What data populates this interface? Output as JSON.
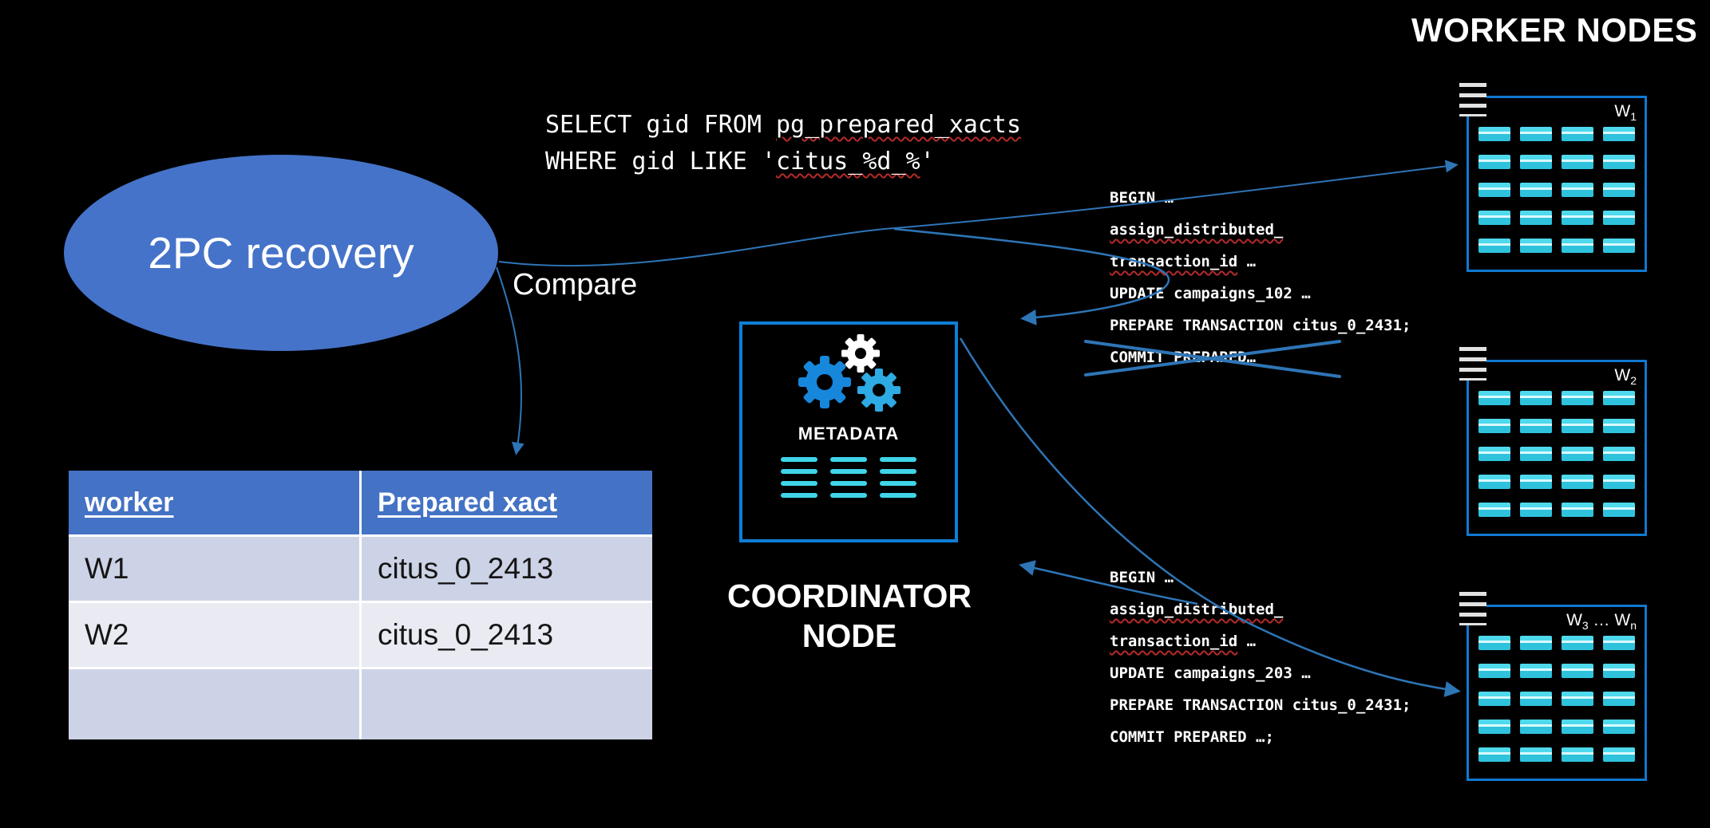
{
  "worker_nodes": {
    "title": "WORKER NODES",
    "grid": {
      "rows": 5,
      "cols": 4
    },
    "boxes": [
      {
        "label_a": "W",
        "label_a_sub": "1",
        "label_mid": "",
        "label_b": "",
        "label_b_sub": ""
      },
      {
        "label_a": "W",
        "label_a_sub": "2",
        "label_mid": "",
        "label_b": "",
        "label_b_sub": ""
      },
      {
        "label_a": "W",
        "label_a_sub": "3",
        "label_mid": " … ",
        "label_b": "W",
        "label_b_sub": "n"
      }
    ]
  },
  "ellipse": {
    "label": "2PC recovery"
  },
  "compare_label": "Compare",
  "sql": {
    "line1": {
      "pre": "SELECT gid FROM ",
      "mark": "pg_prepared_xacts",
      "post": ""
    },
    "line2": {
      "pre": "WHERE gid LIKE '",
      "mark": "citus_%d_%",
      "post": "'"
    }
  },
  "table": {
    "headers": [
      "worker",
      "Prepared xact"
    ],
    "rows": [
      [
        "W1",
        "citus_0_2413"
      ],
      [
        "W2",
        "citus_0_2413"
      ],
      [
        "",
        ""
      ]
    ]
  },
  "coordinator": {
    "metadata_label": "METADATA",
    "title_line1": "COORDINATOR",
    "title_line2": "NODE",
    "bars": {
      "rows": 4,
      "cols": 3
    }
  },
  "txn_blocks": [
    {
      "lines": [
        {
          "pre": "BEGIN …",
          "mark": "",
          "post": ""
        },
        {
          "pre": "",
          "mark": "assign_distributed_",
          "post": ""
        },
        {
          "pre": "",
          "mark": "transaction_id",
          "post": " …"
        },
        {
          "pre": "UPDATE campaigns_102 …",
          "mark": "",
          "post": ""
        },
        {
          "pre": "PREPARE TRANSACTION citus_0_2431;",
          "mark": "",
          "post": ""
        },
        {
          "pre": "COMMIT PREPARED…",
          "mark": "",
          "post": ""
        }
      ]
    },
    {
      "lines": [
        {
          "pre": "BEGIN …",
          "mark": "",
          "post": ""
        },
        {
          "pre": "",
          "mark": "assign_distributed_",
          "post": ""
        },
        {
          "pre": "",
          "mark": "transaction_id",
          "post": " …"
        },
        {
          "pre": "UPDATE campaigns_203 …",
          "mark": "",
          "post": ""
        },
        {
          "pre": "PREPARE TRANSACTION citus_0_2431;",
          "mark": "",
          "post": ""
        },
        {
          "pre": "COMMIT PREPARED …;",
          "mark": "",
          "post": ""
        }
      ]
    }
  ],
  "colors": {
    "accent_blue": "#4472C4",
    "box_border_blue": "#0E7FD6",
    "cyan": "#3FD4E8",
    "arrow_blue": "#2E75B6",
    "squiggle_red": "#B42A2A"
  }
}
